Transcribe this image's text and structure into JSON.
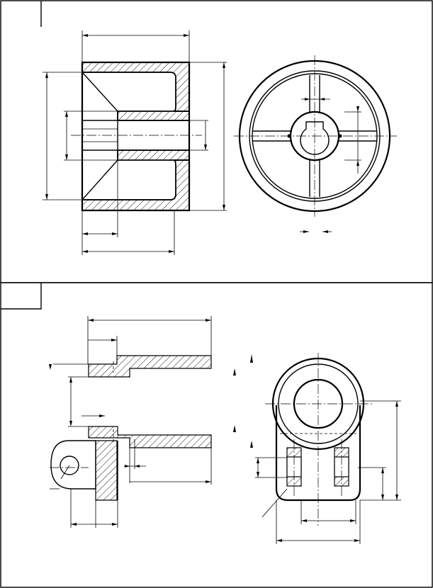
{
  "sheet": {
    "panels": [
      {
        "id": "top-panel"
      },
      {
        "id": "bottom-panel"
      }
    ]
  },
  "colors": {
    "line": "#000000",
    "background": "#ffffff"
  },
  "icons": {
    "section_arrow": "section-view-arrow"
  }
}
